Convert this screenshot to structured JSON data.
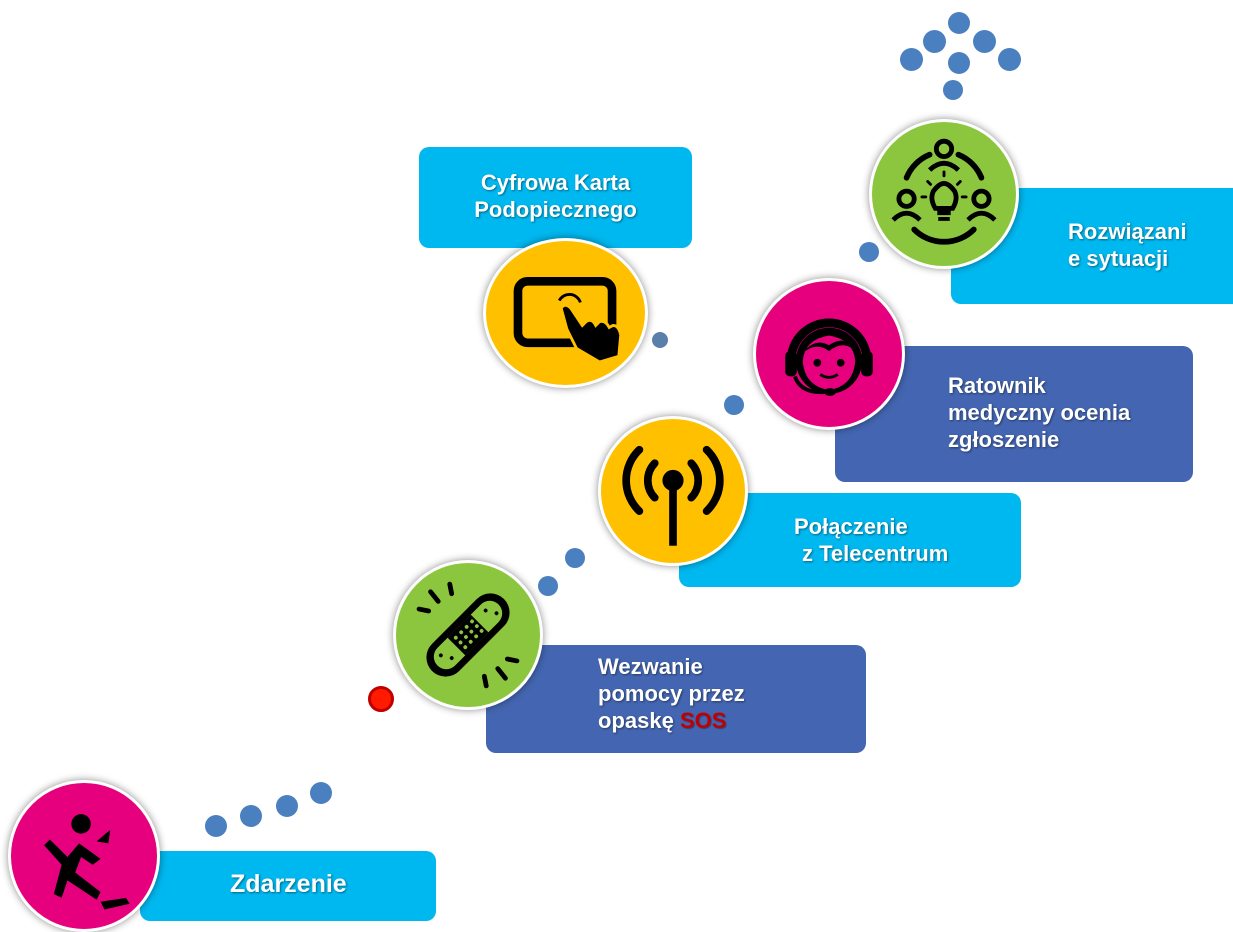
{
  "steps": {
    "zdarzenie": {
      "label": "Zdarzenie"
    },
    "wezwanie": {
      "line1": "Wezwanie",
      "line2": "pomocy przez",
      "line3": "opaskę",
      "sos": "SOS"
    },
    "polaczenie": {
      "line1": "Połączenie",
      "line2": "z Telecentrum"
    },
    "karta": {
      "line1": "Cyfrowa Karta",
      "line2": "Podopiecznego"
    },
    "ratownik": {
      "line1": "Ratownik",
      "line2": "medyczny ocenia",
      "line3": "zgłoszenie"
    },
    "rozwiazanie": {
      "line1": "Rozwiązani",
      "line2": "e sytuacji"
    }
  },
  "icons": {
    "zdarzenie": "falling-person-icon",
    "wezwanie": "bandage-icon",
    "polaczenie": "antenna-signal-icon",
    "karta": "tablet-touch-icon",
    "ratownik": "headset-operator-icon",
    "rozwiazanie": "team-idea-icon"
  },
  "colors": {
    "cyan_box": "#00b8f0",
    "navy_box": "#4466b2",
    "magenta": "#e6007e",
    "green": "#8cc63f",
    "yellow": "#ffc000",
    "dot_blue": "#4a7fc0",
    "sos_red": "#c00000"
  }
}
